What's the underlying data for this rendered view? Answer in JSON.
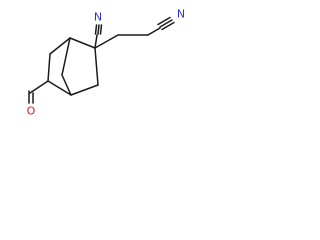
{
  "molecule": {
    "atoms": [
      {
        "id": "n1",
        "symbol": "N",
        "color": "#2f35c8"
      },
      {
        "id": "n2",
        "symbol": "N",
        "color": "#2f35c8"
      },
      {
        "id": "o1",
        "symbol": "O",
        "color": "#d2211d"
      }
    ],
    "bond_color": "#1a1a1a"
  }
}
